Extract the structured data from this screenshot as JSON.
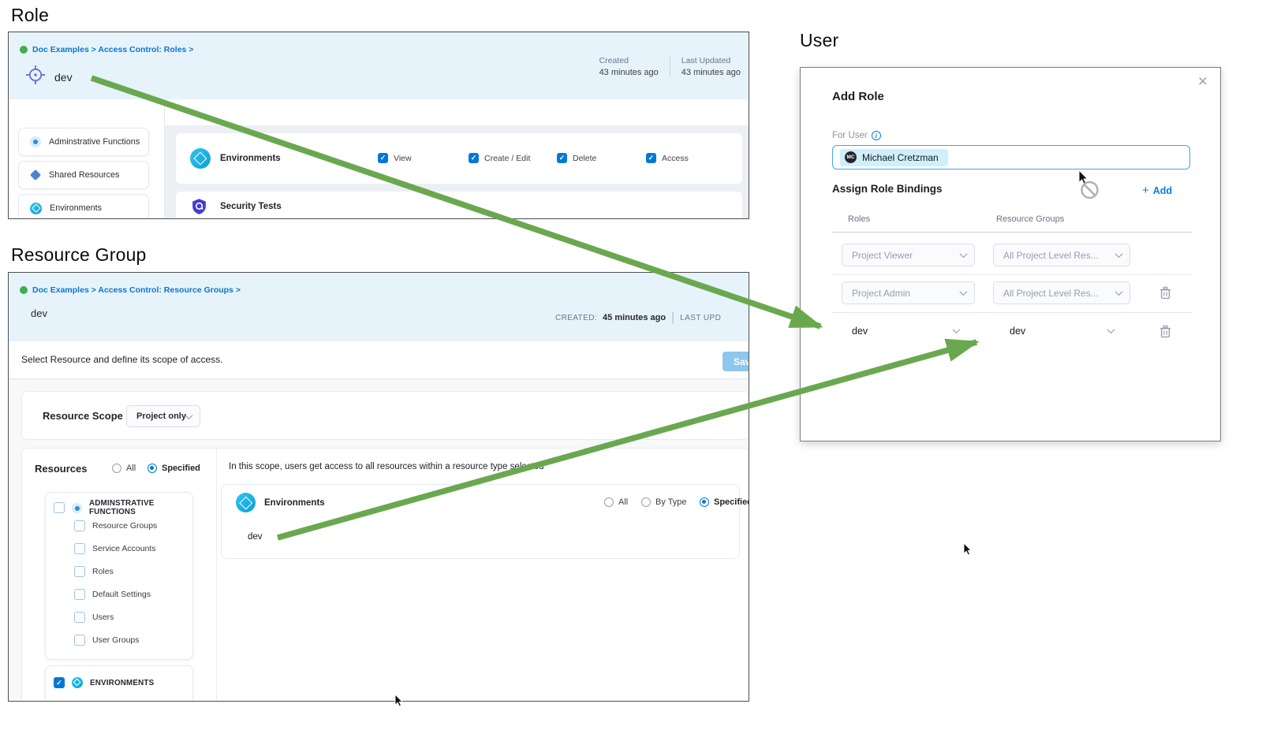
{
  "labels": {
    "role": "Role",
    "resource_group": "Resource Group",
    "user": "User"
  },
  "icons": {
    "check": "✓",
    "close": "×",
    "plus": "+",
    "info": "i"
  },
  "colors": {
    "accent_blue": "#0278d5",
    "header_bg": "#e7f3fb",
    "arrow_green": "#6aa84f",
    "breadcrumb_blue": "#0b76cc"
  },
  "role_panel": {
    "breadcrumb": "Doc Examples > Access Control: Roles >",
    "title": "dev",
    "created_label": "Created",
    "created_value": "43 minutes ago",
    "updated_label": "Last Updated",
    "updated_value": "43 minutes ago",
    "sidebar": [
      {
        "label": "Adminstrative Functions"
      },
      {
        "label": "Shared Resources"
      },
      {
        "label": "Environments"
      }
    ],
    "permissions_row": {
      "resource": "Environments",
      "options": [
        {
          "label": "View",
          "checked": true
        },
        {
          "label": "Create / Edit",
          "checked": true
        },
        {
          "label": "Delete",
          "checked": true
        },
        {
          "label": "Access",
          "checked": true
        }
      ]
    },
    "security_row": {
      "resource": "Security Tests"
    }
  },
  "resource_group_panel": {
    "breadcrumb": "Doc Examples > Access Control: Resource Groups >",
    "title": "dev",
    "created_label": "CREATED:",
    "created_value": "45 minutes ago",
    "meta_divider": "|",
    "updated_label": "LAST UPD",
    "description": "Select Resource and define its scope of access.",
    "save_button": "Save",
    "resource_scope_label": "Resource Scope",
    "resource_scope_value": "Project only",
    "resources_label": "Resources",
    "resources_radios": [
      {
        "label": "All",
        "selected": false
      },
      {
        "label": "Specified",
        "selected": true
      }
    ],
    "tree_parent": "ADMINSTRATIVE FUNCTIONS",
    "tree_children": [
      "Resource Groups",
      "Service Accounts",
      "Roles",
      "Default Settings",
      "Users",
      "User Groups"
    ],
    "environments_item": "ENVIRONMENTS",
    "scope_note": "In this scope, users get access to all resources within a resource type selected",
    "scope_row": {
      "resource": "Environments",
      "radios": [
        {
          "label": "All",
          "selected": false
        },
        {
          "label": "By Type",
          "selected": false
        },
        {
          "label": "Specified",
          "selected": true
        }
      ],
      "value": "dev"
    }
  },
  "user_modal": {
    "title": "Add Role",
    "for_user_label": "For User",
    "user_chip": {
      "initials": "MC",
      "name": "Michael Cretzman"
    },
    "bindings_label": "Assign Role Bindings",
    "add_label": "Add",
    "columns": {
      "roles": "Roles",
      "resource_groups": "Resource Groups"
    },
    "rows": [
      {
        "role": "Project Viewer",
        "resource_group": "All Project Level Res..."
      },
      {
        "role": "Project Admin",
        "resource_group": "All Project Level Res..."
      },
      {
        "role": "dev",
        "resource_group": "dev"
      }
    ]
  }
}
